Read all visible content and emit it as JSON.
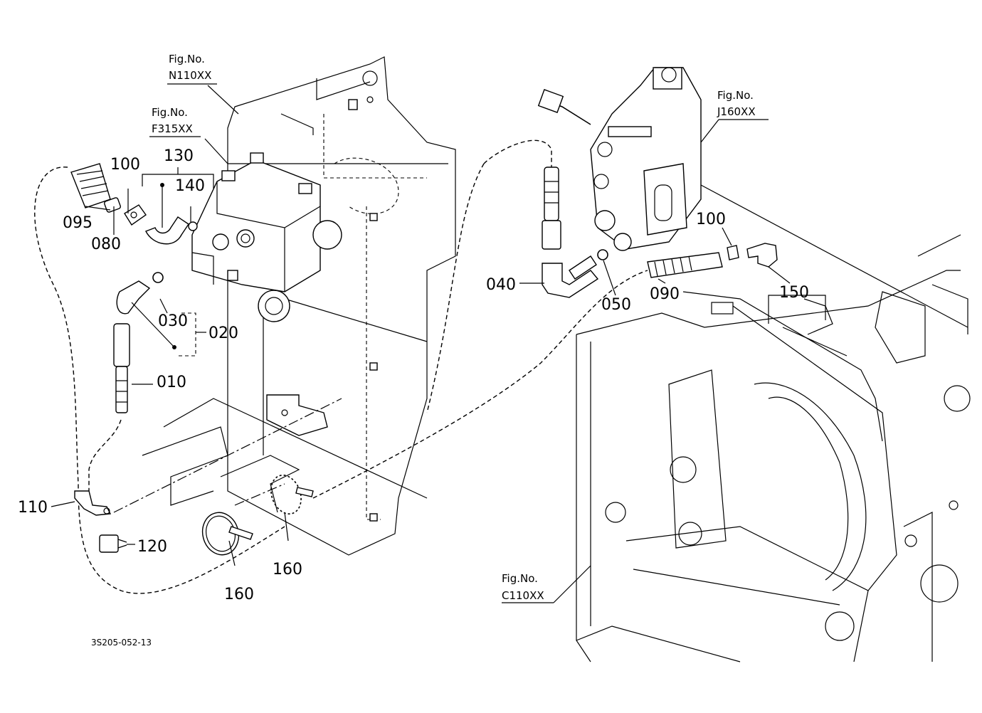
{
  "drawing_code": "3S205-052-13",
  "figure_refs": [
    {
      "id": "n110",
      "line1": "Fig.No.",
      "line2": "N110XX"
    },
    {
      "id": "f315",
      "line1": "Fig.No.",
      "line2": "F315XX"
    },
    {
      "id": "j160",
      "line1": "Fig.No.",
      "line2": "J160XX"
    },
    {
      "id": "c110",
      "line1": "Fig.No.",
      "line2": "C110XX"
    }
  ],
  "part_labels": {
    "p010": "010",
    "p020": "020",
    "p030": "030",
    "p040": "040",
    "p050": "050",
    "p080": "080",
    "p090": "090",
    "p095": "095",
    "p100a": "100",
    "p100b": "100",
    "p110": "110",
    "p120": "120",
    "p130": "130",
    "p140": "140",
    "p150": "150",
    "p160a": "160",
    "p160b": "160"
  }
}
